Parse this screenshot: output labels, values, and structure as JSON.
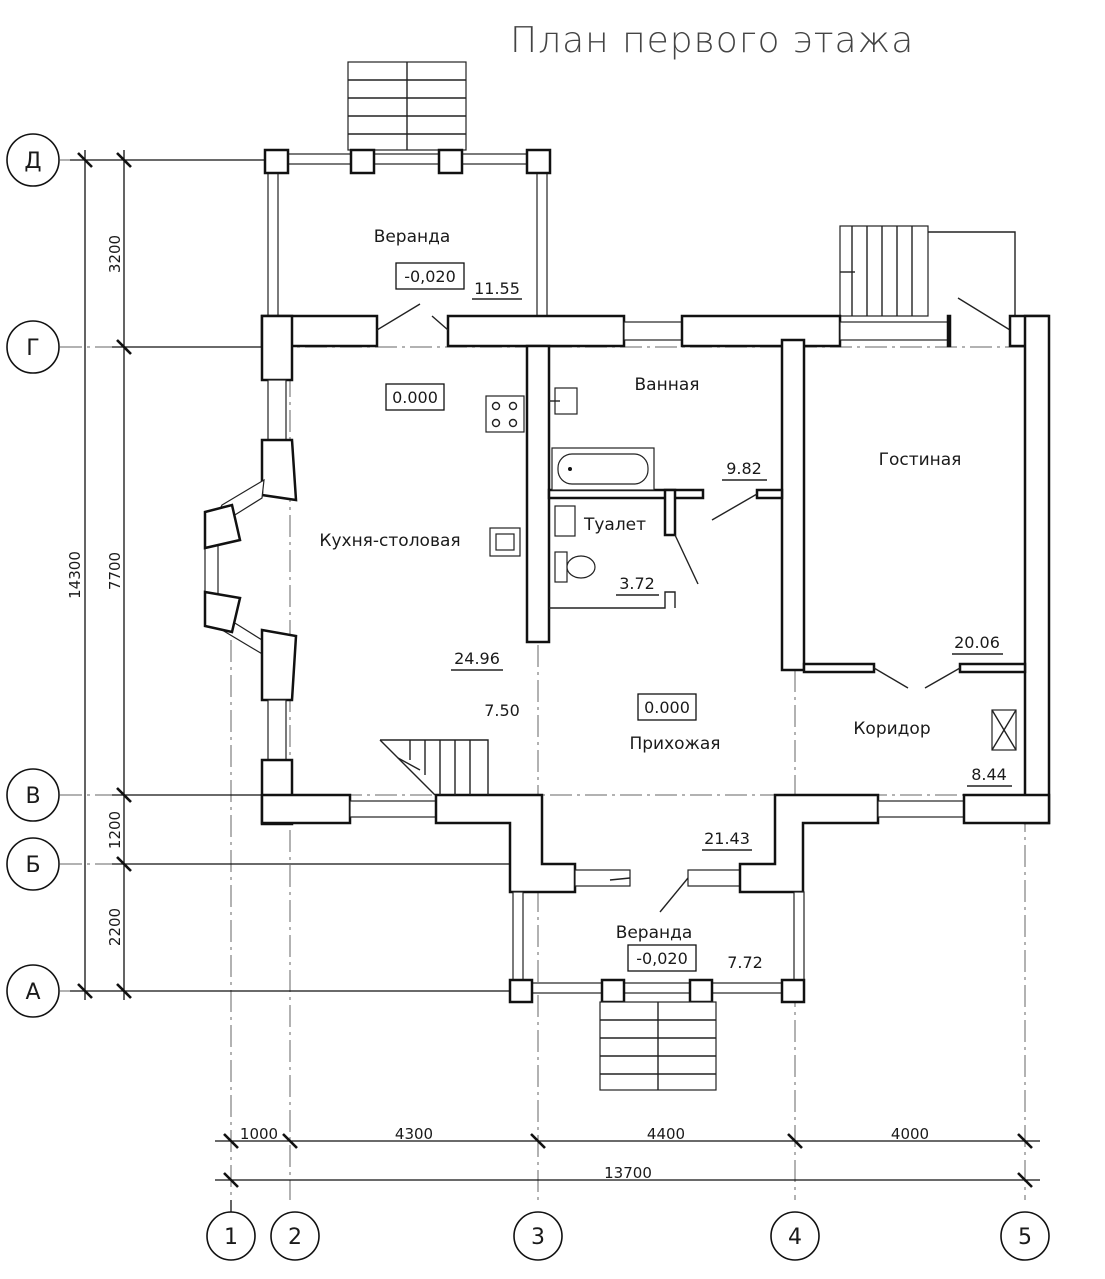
{
  "title": "План первого этажа",
  "rooms": {
    "veranda_top": "Веранда",
    "bathroom": "Ванная",
    "living": "Гостиная",
    "kitchen": "Кухня-столовая",
    "toilet": "Туалет",
    "hall": "Прихожая",
    "corridor": "Коридор",
    "veranda_bottom": "Веранда"
  },
  "levels": {
    "veranda_top": "-0,020",
    "kitchen": "0.000",
    "hall": "0.000",
    "veranda_bottom": "-0,020"
  },
  "areas": {
    "veranda_top": "11.55",
    "bathroom": "9.82",
    "toilet": "3.72",
    "living": "20.06",
    "kitchen": "24.96",
    "kitchen_stair": "7.50",
    "corridor": "8.44",
    "hall": "21.43",
    "veranda_bottom": "7.72"
  },
  "axes_rows": [
    "Д",
    "Г",
    "В",
    "Б",
    "А"
  ],
  "axes_cols": [
    "1",
    "2",
    "3",
    "4",
    "5"
  ],
  "dims_vertical": {
    "d_g": "3200",
    "g_v": "7700",
    "v_b": "1200",
    "b_a": "2200",
    "total": "14300"
  },
  "dims_horizontal": {
    "c1_2": "1000",
    "c2_3": "4300",
    "c3_4": "4400",
    "c4_5": "4000",
    "total": "13700"
  }
}
